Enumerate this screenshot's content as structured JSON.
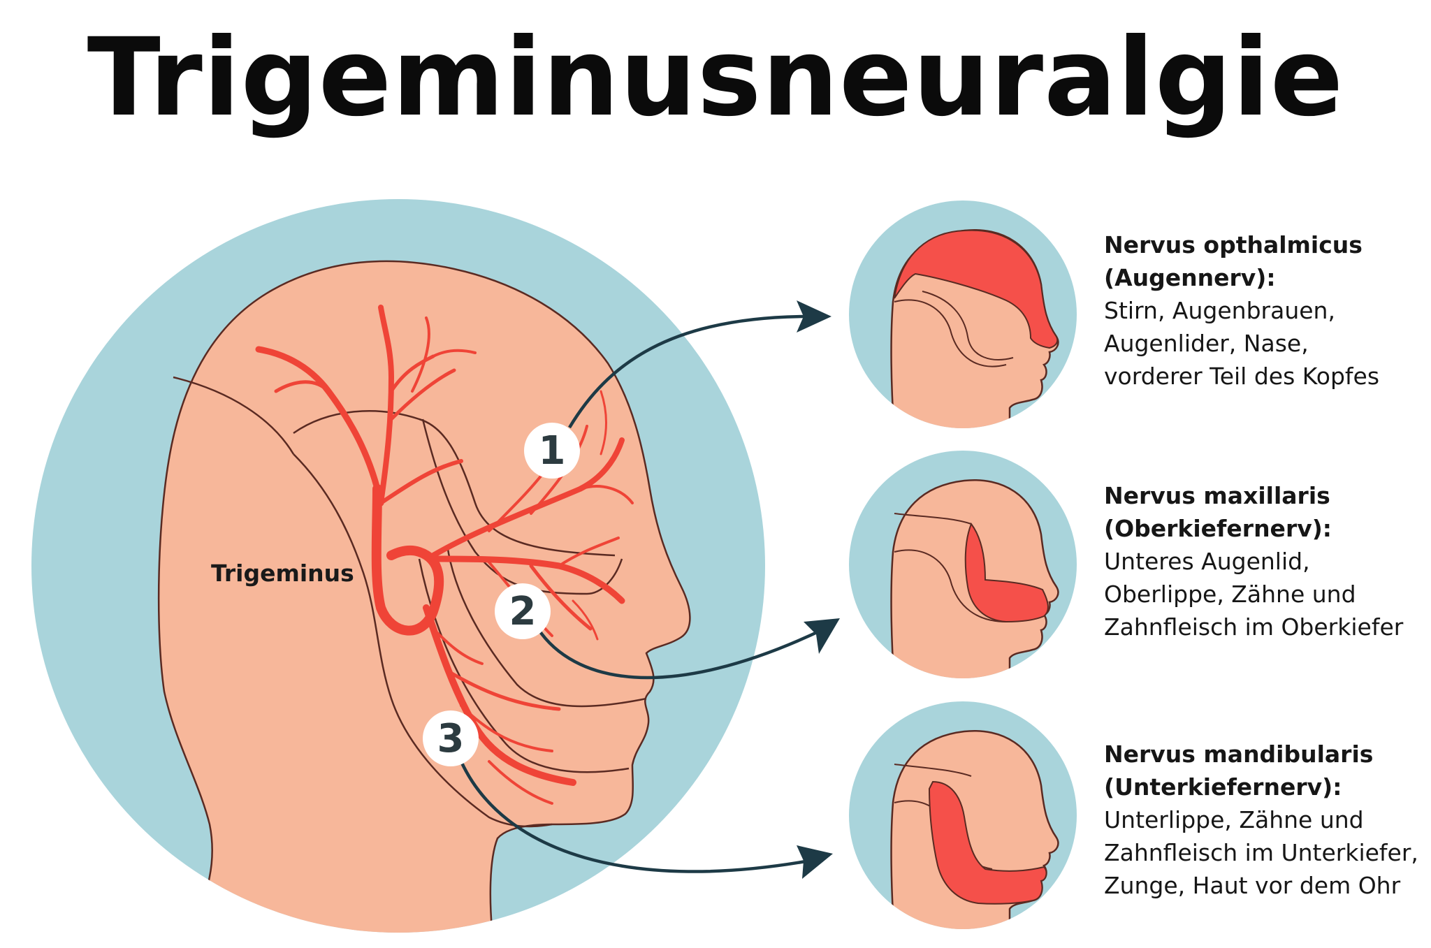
{
  "title": "Trigeminusneuralgie",
  "main_label": "Trigeminus",
  "markers": [
    "1",
    "2",
    "3"
  ],
  "colors": {
    "circle_bg": "#a9d4db",
    "skin": "#f7b79a",
    "outline": "#5a2a22",
    "nerve": "#ef4437",
    "highlight": "#f5504a",
    "arrow": "#1d3a46",
    "marker_text": "#2c3b40"
  },
  "branches": [
    {
      "heading": "Nervus opthalmicus",
      "subheading": "(Augennerv):",
      "lines": [
        "Stirn, Augenbrauen,",
        "Augenlider, Nase,",
        "vorderer Teil des Kopfes"
      ]
    },
    {
      "heading": "Nervus maxillaris",
      "subheading": "(Oberkiefernerv):",
      "lines": [
        "Unteres Augenlid,",
        "Oberlippe, Zähne und",
        "Zahnfleisch im Oberkiefer"
      ]
    },
    {
      "heading": "Nervus mandibularis",
      "subheading": "(Unterkiefernerv):",
      "lines": [
        "Unterlippe, Zähne und",
        "Zahnfleisch im Unterkiefer,",
        "Zunge, Haut vor dem Ohr"
      ]
    }
  ]
}
